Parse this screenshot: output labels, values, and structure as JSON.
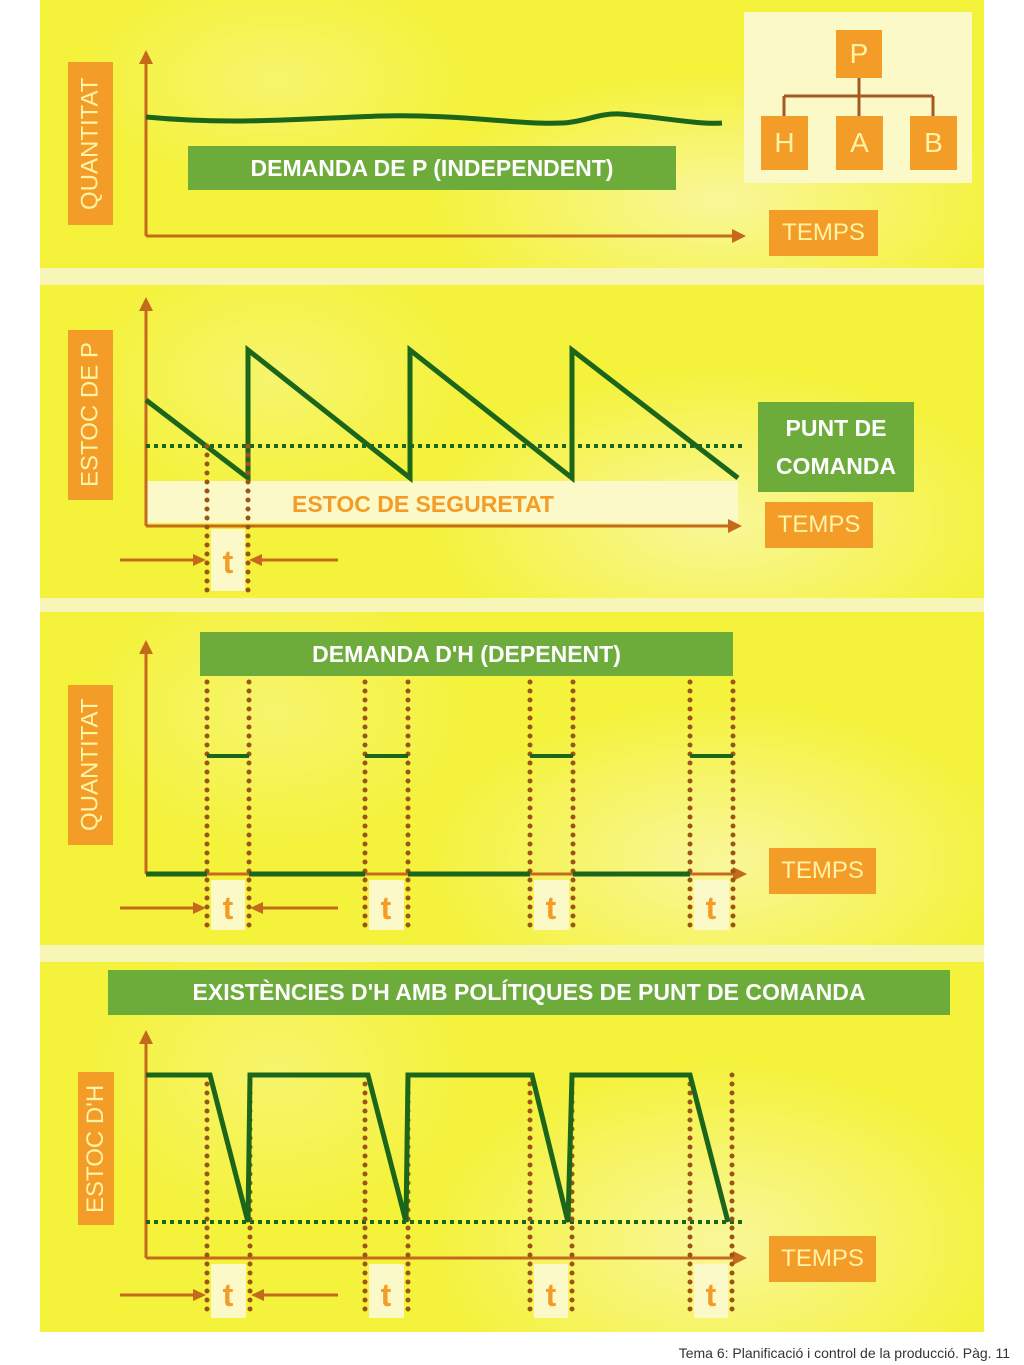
{
  "colors": {
    "panel_yellow": "#f4f23a",
    "gap_yellow": "#f8f6b6",
    "orange": "#f39c28",
    "label_text": "#fff3a6",
    "green_box": "#6dac3b",
    "line_green": "#1b661b",
    "axis_brown": "#c56a1c",
    "dot_brown": "#9c5318",
    "pale": "#fbf9c8"
  },
  "panel1": {
    "y_label": "QUANTITAT",
    "demand_label": "DEMANDA DE P (INDEPENDENT)",
    "x_label": "TEMPS",
    "tree": {
      "root": "P",
      "children": [
        "H",
        "A",
        "B"
      ]
    }
  },
  "panel2": {
    "y_label": "ESTOC DE P",
    "safety_stock_label": "ESTOC DE SEGURETAT",
    "reorder_point_label": "PUNT DE COMANDA",
    "x_label": "TEMPS",
    "lead_time": "t"
  },
  "panel3": {
    "title": "DEMANDA D'H (DEPENENT)",
    "y_label": "QUANTITAT",
    "x_label": "TEMPS",
    "lead_times": [
      "t",
      "t",
      "t",
      "t"
    ]
  },
  "panel4": {
    "title": "EXISTÈNCIES D'H AMB POLÍTIQUES DE PUNT DE COMANDA",
    "y_label": "ESTOC D'H",
    "x_label": "TEMPS",
    "lead_times": [
      "t",
      "t",
      "t",
      "t"
    ]
  },
  "footer": "Tema 6: Planificació i control de la producció. Pàg. 11"
}
